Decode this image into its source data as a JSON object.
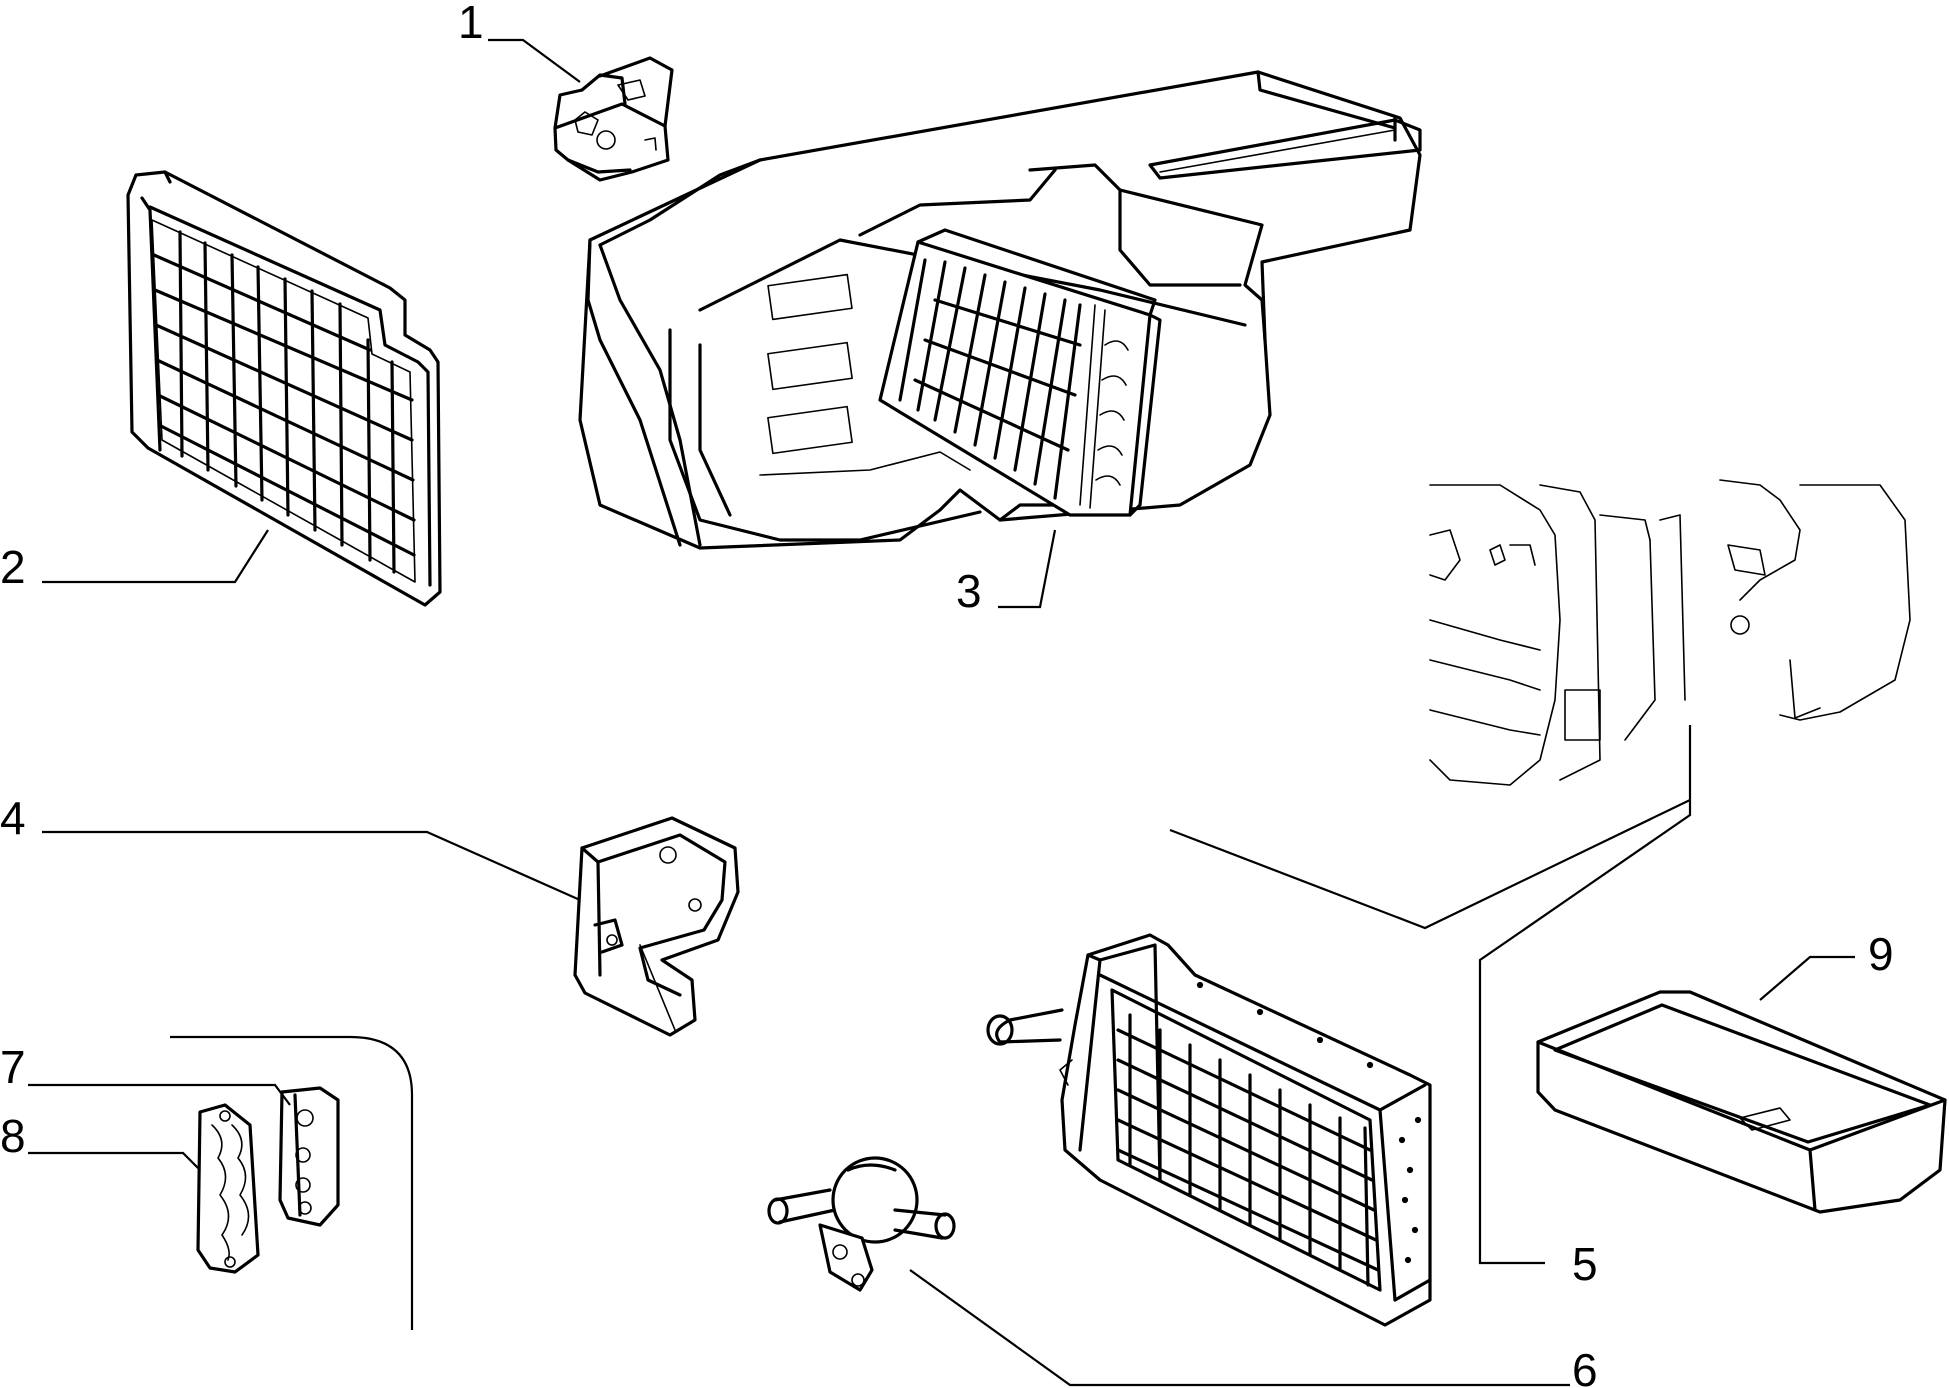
{
  "callouts": [
    {
      "id": "1",
      "label": "1"
    },
    {
      "id": "2",
      "label": "2"
    },
    {
      "id": "3",
      "label": "3"
    },
    {
      "id": "4",
      "label": "4"
    },
    {
      "id": "5",
      "label": "5"
    },
    {
      "id": "6",
      "label": "6"
    },
    {
      "id": "7",
      "label": "7"
    },
    {
      "id": "8",
      "label": "8"
    },
    {
      "id": "9",
      "label": "9"
    }
  ],
  "parts": [
    {
      "callout": "1",
      "icon": "connector-block-icon"
    },
    {
      "callout": "2",
      "icon": "grille-filter-frame-icon"
    },
    {
      "callout": "3",
      "icon": "heater-housing-with-pollen-filter-icon"
    },
    {
      "callout": "4",
      "icon": "bracket-icon"
    },
    {
      "callout": "5",
      "icon": "heater-matrix-radiator-icon"
    },
    {
      "callout": "6",
      "icon": "water-valve-icon"
    },
    {
      "callout": "7",
      "icon": "gasket-plate-icon"
    },
    {
      "callout": "8",
      "icon": "seal-gasket-icon"
    },
    {
      "callout": "9",
      "icon": "drip-tray-icon"
    }
  ]
}
